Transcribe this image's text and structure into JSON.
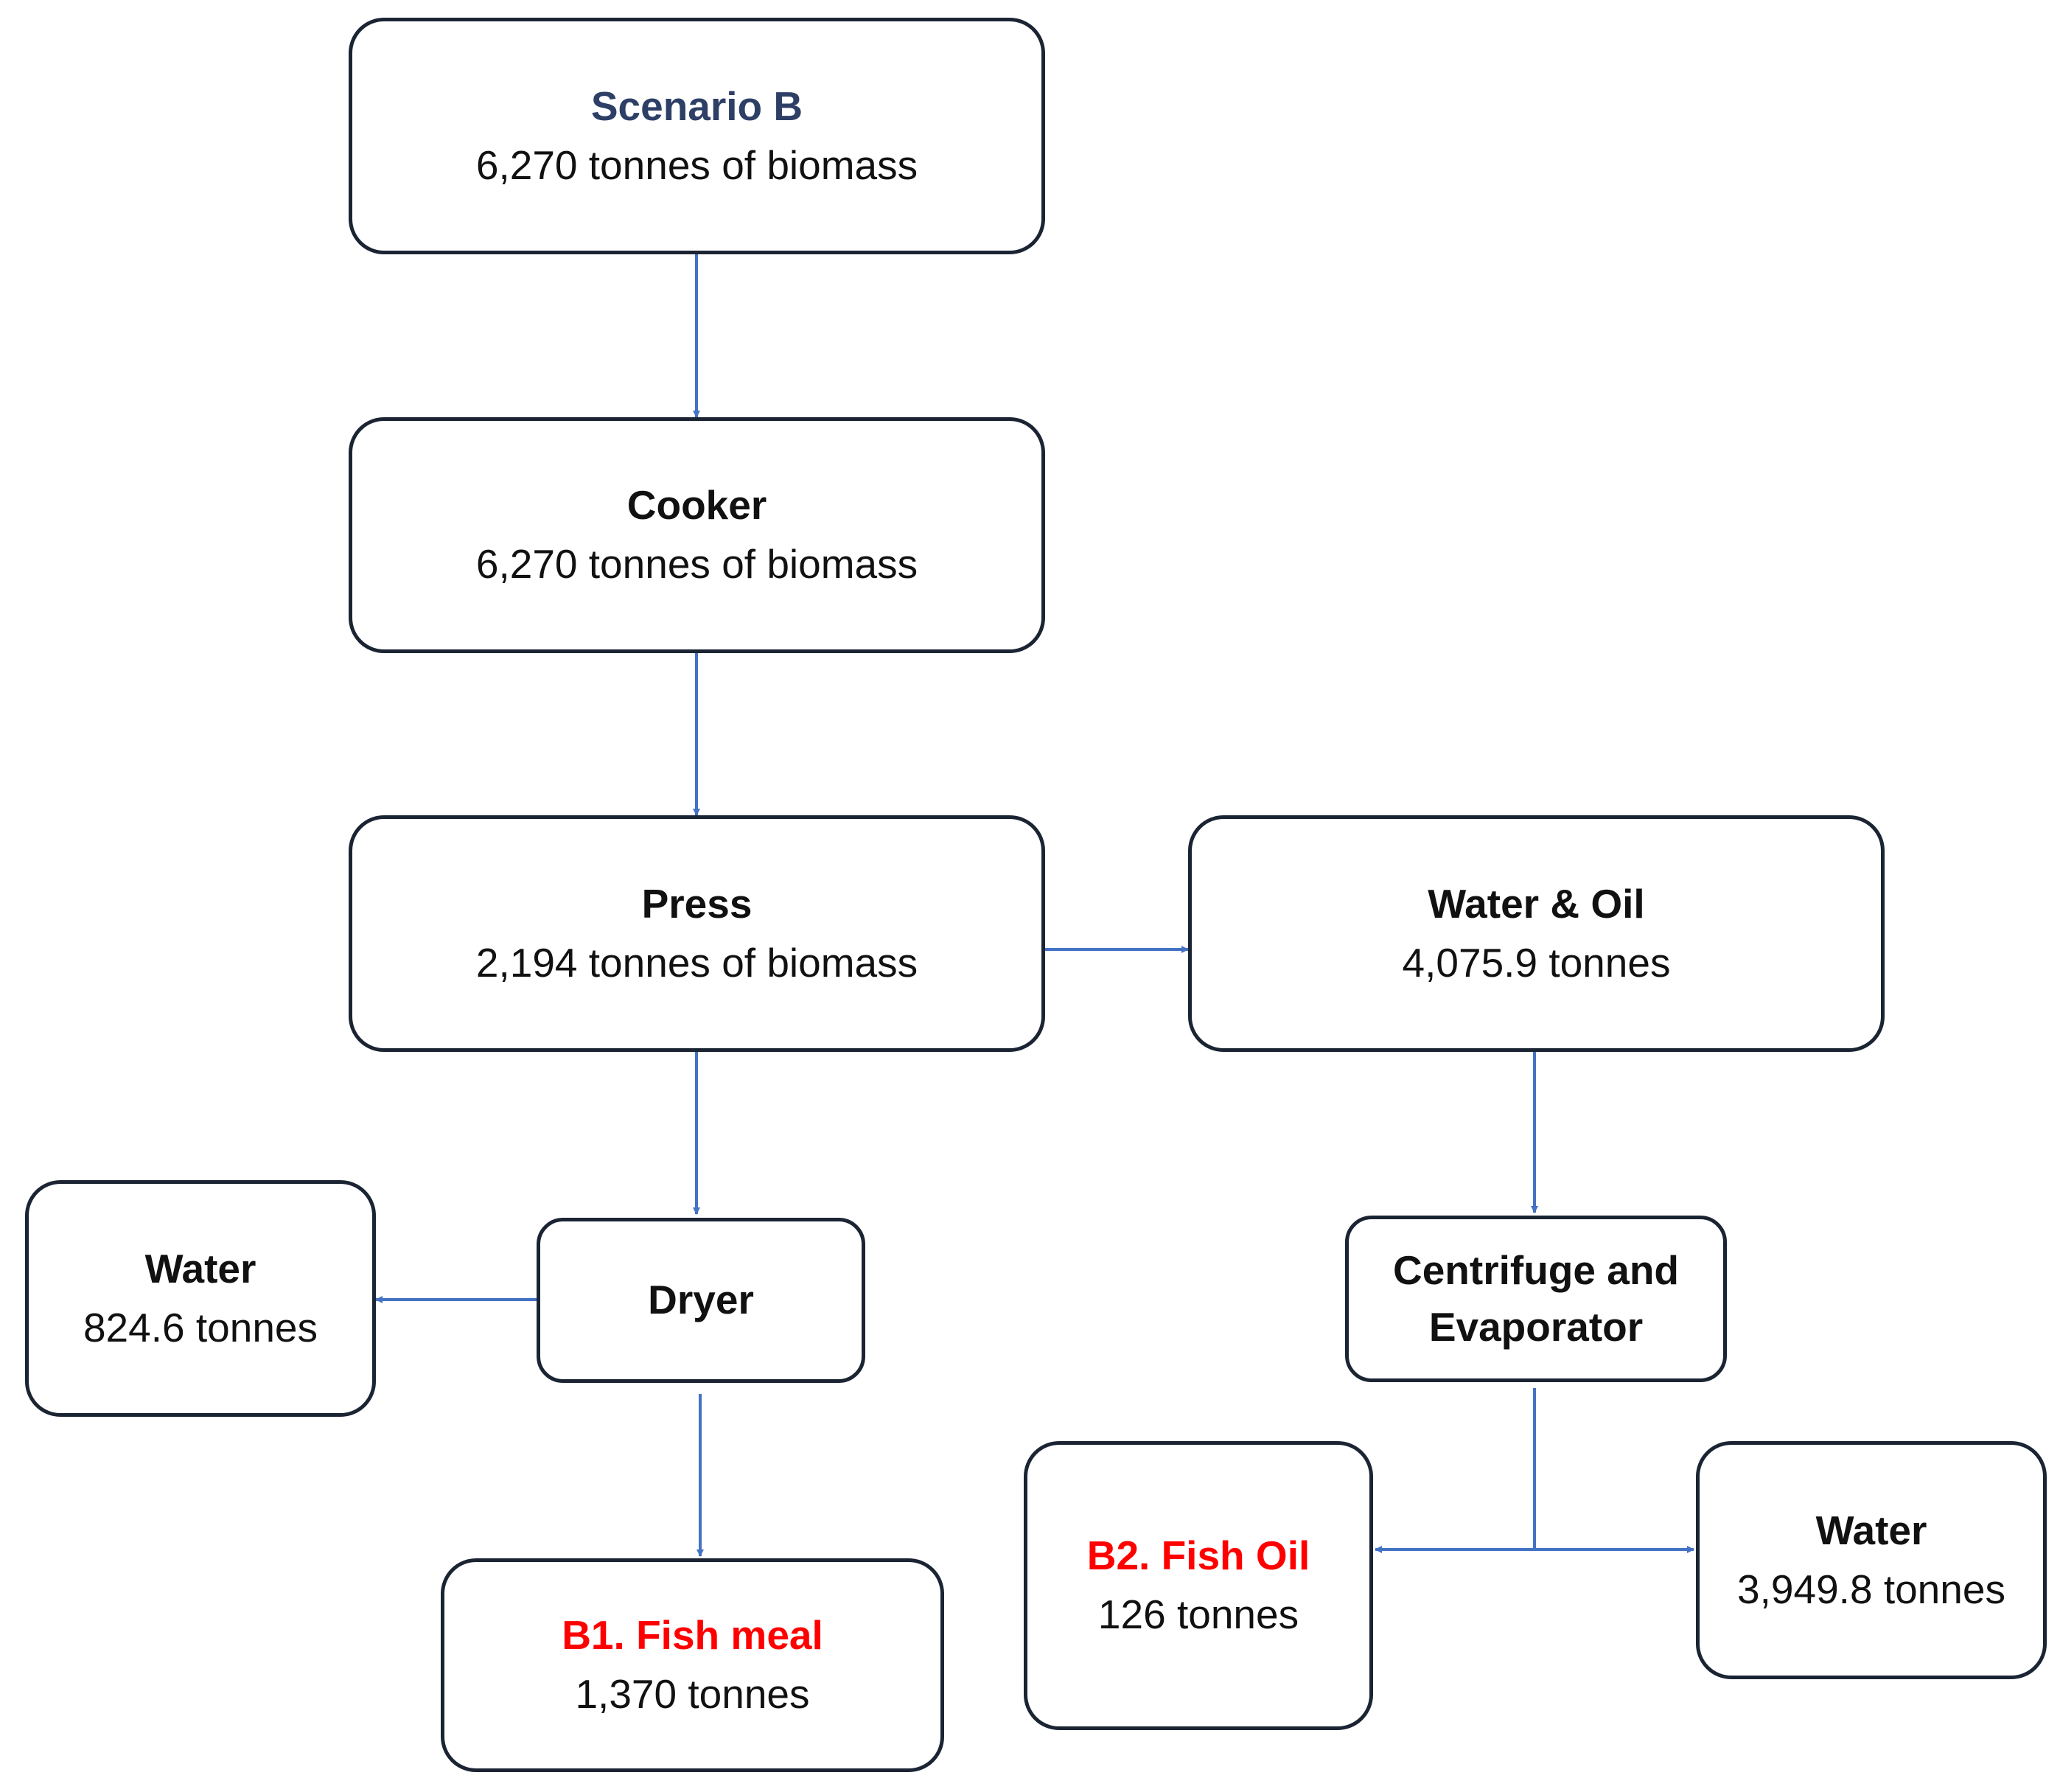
{
  "diagram": {
    "colors": {
      "arrow": "#4472c4",
      "border": "#1b2433",
      "text": "#111111",
      "scenario_title": "#2e3f66",
      "product_title": "#ff0000"
    },
    "nodes": {
      "scenario": {
        "title": "Scenario B",
        "sub": "6,270 tonnes of biomass"
      },
      "cooker": {
        "title": "Cooker",
        "sub": "6,270 tonnes of biomass"
      },
      "press": {
        "title": "Press",
        "sub": "2,194 tonnes of biomass"
      },
      "water_oil": {
        "title": "Water & Oil",
        "sub": "4,075.9 tonnes"
      },
      "water_dryer": {
        "title": "Water",
        "sub": "824.6 tonnes"
      },
      "dryer": {
        "title": "Dryer"
      },
      "centrifuge": {
        "title_line1": "Centrifuge and",
        "title_line2": "Evaporator"
      },
      "fish_meal": {
        "title": "B1. Fish meal",
        "sub": "1,370 tonnes"
      },
      "fish_oil": {
        "title": "B2. Fish Oil",
        "sub": "126 tonnes"
      },
      "water_centrifuge": {
        "title": "Water",
        "sub": "3,949.8 tonnes"
      }
    },
    "edges": [
      {
        "from": "scenario",
        "to": "cooker"
      },
      {
        "from": "cooker",
        "to": "press"
      },
      {
        "from": "press",
        "to": "water_oil"
      },
      {
        "from": "press",
        "to": "dryer"
      },
      {
        "from": "dryer",
        "to": "water_dryer"
      },
      {
        "from": "dryer",
        "to": "fish_meal"
      },
      {
        "from": "water_oil",
        "to": "centrifuge"
      },
      {
        "from": "centrifuge",
        "to": "fish_oil"
      },
      {
        "from": "centrifuge",
        "to": "water_centrifuge"
      }
    ]
  }
}
